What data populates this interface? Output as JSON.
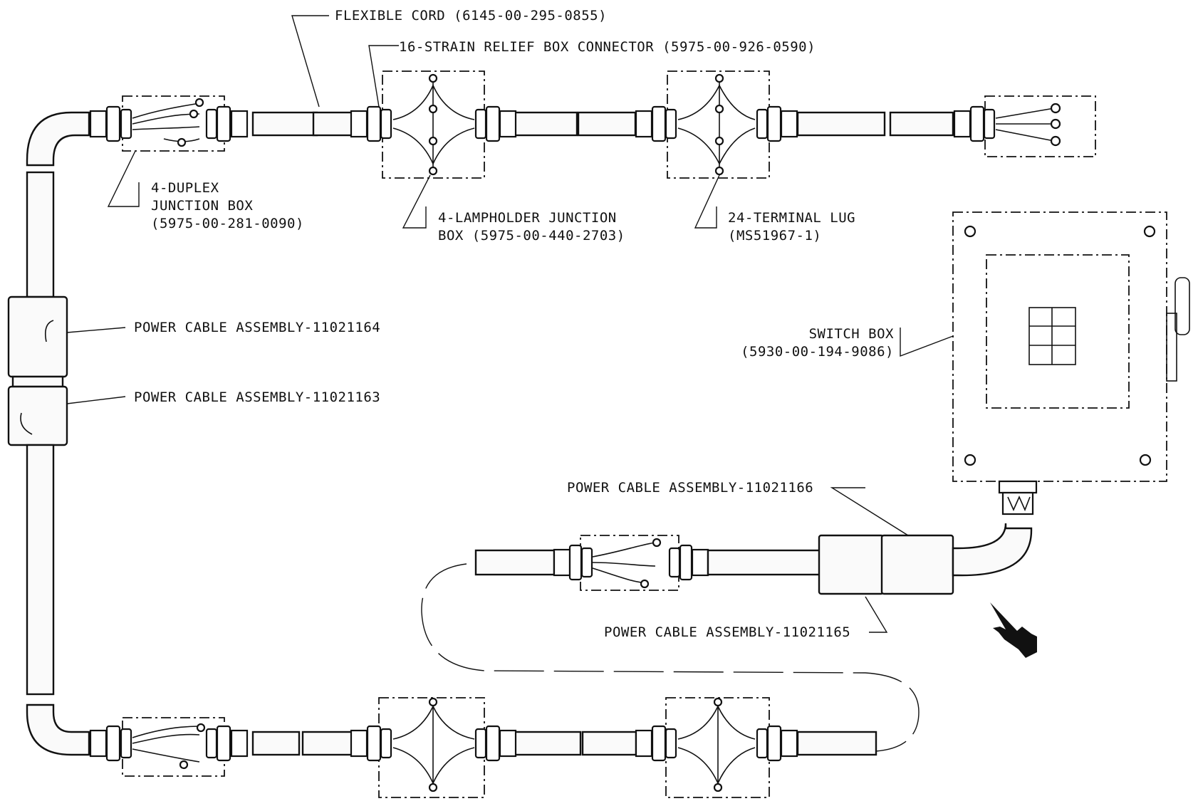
{
  "labels": {
    "flexible_cord": "FLEXIBLE CORD (6145-00-295-0855)",
    "strain_relief": "16-STRAIN RELIEF BOX CONNECTOR (5975-00-926-0590)",
    "duplex_line1": "4-DUPLEX",
    "duplex_line2": "JUNCTION BOX",
    "duplex_line3": "(5975-00-281-0090)",
    "lampholder_line1": "4-LAMPHOLDER JUNCTION",
    "lampholder_line2": "BOX (5975-00-440-2703)",
    "terminal_line1": "24-TERMINAL LUG",
    "terminal_line2": "(MS51967-1)",
    "pca_11021164": "POWER CABLE ASSEMBLY-11021164",
    "pca_11021163": "POWER CABLE ASSEMBLY-11021163",
    "switch_line1": "SWITCH BOX",
    "switch_line2": "(5930-00-194-9086)",
    "pca_11021166": "POWER CABLE ASSEMBLY-11021166",
    "pca_11021165": "POWER CABLE ASSEMBLY-11021165"
  },
  "icons": {
    "pointing_hand": "pointing-hand-icon"
  }
}
